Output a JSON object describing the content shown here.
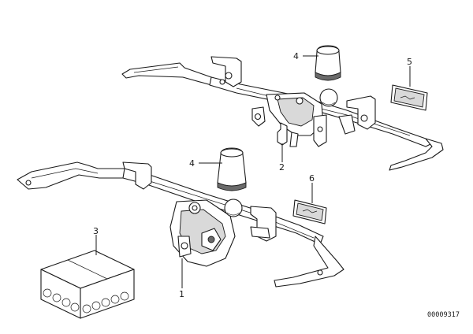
{
  "diagram": {
    "callouts": [
      {
        "id": "1",
        "label": "1"
      },
      {
        "id": "2",
        "label": "2"
      },
      {
        "id": "3",
        "label": "3"
      },
      {
        "id": "4a",
        "label": "4"
      },
      {
        "id": "4b",
        "label": "4"
      },
      {
        "id": "5",
        "label": "5"
      },
      {
        "id": "6",
        "label": "6"
      }
    ],
    "image_code": "00009317"
  }
}
